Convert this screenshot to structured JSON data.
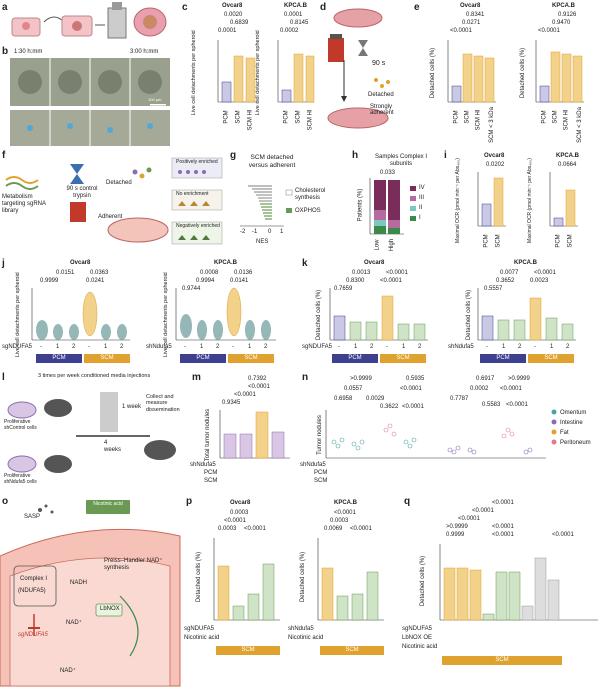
{
  "panels": {
    "a": "a",
    "b": "b",
    "c": "c",
    "d": "d",
    "e": "e",
    "f": "f",
    "g": "g",
    "h": "h",
    "i": "i",
    "j": "j",
    "k": "k",
    "l": "l",
    "m": "m",
    "n": "n",
    "o": "o",
    "p": "p",
    "q": "q"
  },
  "b": {
    "t1": "1:30 h:mm",
    "t2": "3:00 h:mm",
    "scale": "100 µm"
  },
  "c": {
    "left_title": "Ovcar8",
    "right_title": "KPCA.B",
    "ylabel": "Live cell detachments per spheroid",
    "cats": [
      "PCM",
      "SCM",
      "SCM HI"
    ],
    "left_p": [
      "0.0020",
      "0.6839",
      "0.0001"
    ],
    "right_p": [
      "0.0001",
      "0.8145",
      "0.0002"
    ]
  },
  "d": {
    "time": "90 s",
    "detached": "Detached",
    "adherent": "Strongly adherent"
  },
  "e": {
    "left_title": "Ovcar8",
    "right_title": "KPCA.B",
    "ylabel": "Detached cells (%)",
    "cats": [
      "PCM",
      "SCM",
      "SCM HI",
      "SCM < 3 kDa"
    ],
    "left_p": [
      "0.8341",
      "0.0271",
      "<0.0001"
    ],
    "right_p": [
      "0.9126",
      "0.9470",
      "<0.0001"
    ]
  },
  "f": {
    "library": "Metabolism targeting sgRNA library",
    "trypsin": "90 s control trypsin",
    "detached": "Detached",
    "adherent": "Adherent",
    "pos": "Positively enriched",
    "no": "No enrichment",
    "neg": "Negatively enriched"
  },
  "g": {
    "title": "SCM detached versus adherent",
    "legend": [
      "Cholesterol synthesis",
      "OXPHOS"
    ],
    "xlabel": "NES",
    "ticks": [
      "-2",
      "-1",
      "0",
      "1"
    ]
  },
  "h": {
    "title": "Samples Complex I subunits",
    "p": "0.033",
    "ylabel": "Patients (%)",
    "cats": [
      "Low",
      "High"
    ],
    "legend": [
      "IV",
      "III",
      "II",
      "I"
    ]
  },
  "i": {
    "left_title": "Ovcar8",
    "right_title": "KPCA.B",
    "ylabel": "Maximal OCR (pmol min⁻¹ per Abs₄₅₀)",
    "cats": [
      "PCM",
      "SCM"
    ],
    "left_p": "0.0202",
    "right_p": "0.0664"
  },
  "j": {
    "left_title": "Ovcar8",
    "right_title": "KPCA.B",
    "ylabel": "Live cell detachments per spheroid",
    "left_row": "sgNDUFA5",
    "right_row": "shNdufa5",
    "cats": [
      "-",
      "1",
      "2",
      "-",
      "1",
      "2"
    ],
    "left_p": [
      "0.0151",
      "0.0363",
      "0.9999",
      "0.0241"
    ],
    "right_p": [
      "0.0008",
      "0.0136",
      "0.9994",
      "0.0141",
      "0.9744"
    ]
  },
  "k": {
    "left_title": "Ovcar8",
    "right_title": "KPCA.B",
    "ylabel": "Detached cells (%)",
    "left_row": "sgNDUFA5",
    "right_row": "shNdufa5",
    "cats": [
      "-",
      "1",
      "2",
      "-",
      "1",
      "2"
    ],
    "left_p": [
      "0.0013",
      "<0.0001",
      "0.8300",
      "<0.0001",
      "0.7659"
    ],
    "right_p": [
      "0.0077",
      "<0.0001",
      "0.3652",
      "0.0023",
      "0.5557"
    ]
  },
  "tags": {
    "pcm": "PCM",
    "scm": "SCM"
  },
  "l": {
    "top": "3 times per week conditioned media injections",
    "week": "1 week",
    "weeks": "4 weeks",
    "collect": "Collect and measure dissemination",
    "cells1": "Proliferative shControl cells",
    "cells2": "Proliferative shNdufa5 cells"
  },
  "m": {
    "ylabel": "Total tumor nodules",
    "p": [
      "0.7392",
      "<0.0001",
      "<0.0001",
      "0.9345"
    ],
    "rows": [
      "shNdufa5",
      "PCM",
      "SCM"
    ]
  },
  "n": {
    "ylabel": "Tumor nodules",
    "legend": [
      "Omentum",
      "Intestine",
      "Fat",
      "Peritoneum"
    ],
    "p1": [
      ">0.9999",
      "0.5935",
      "0.0557",
      "<0.0001",
      "0.6958",
      "0.0029",
      "0.3622",
      "<0.0001"
    ],
    "p2": [
      "0.6917",
      ">0.9999",
      "0.0002",
      "<0.0001",
      "0.7787",
      "0.5583",
      "<0.0001"
    ],
    "rows": [
      "shNdufa5",
      "PCM",
      "SCM"
    ]
  },
  "o": {
    "sasp": "SASP",
    "nicotinic": "Nicotinic acid",
    "complex": "Complex I",
    "ndufa5": "(NDUFA5)",
    "sg": "sgNDUFA5",
    "nadh": "NADH",
    "nad": "NAD⁺",
    "nad2": "NAD⁺",
    "lbnox": "LbNOX",
    "preiss": "Preiss–Handler NAD⁺ synthesis"
  },
  "p": {
    "left_title": "Ovcar8",
    "right_title": "KPCA.B",
    "ylabel": "Detached cells (%)",
    "left_rows": [
      "sgNDUFA5",
      "Nicotinic acid"
    ],
    "right_rows": [
      "shNdufa5",
      "Nicotinic acid"
    ],
    "left_p": [
      "0.0003",
      "<0.0001",
      "0.0003",
      "<0.0001"
    ],
    "right_p": [
      "<0.0001",
      "0.0003",
      "0.0069",
      "<0.0001"
    ],
    "tag": "SCM"
  },
  "q": {
    "ylabel": "Detached cells (%)",
    "rows": [
      "sgNDUFA5",
      "LbNOX OE",
      "Nicotinic acid"
    ],
    "p": [
      "<0.0001",
      "<0.0001",
      "<0.0001",
      ">0.9999",
      "<0.0001",
      "0.9999",
      "<0.0001",
      "<0.0001"
    ],
    "tag": "SCM"
  },
  "colors": {
    "pcm": "#3d3f8f",
    "scm": "#e0a22e",
    "ovcar_scm": "#f2d18a",
    "green": "#6a9a52",
    "grey": "#bdbdbd",
    "violet": "#8a6db0",
    "pink": "#e07a8a",
    "teal": "#4aa3a0"
  }
}
